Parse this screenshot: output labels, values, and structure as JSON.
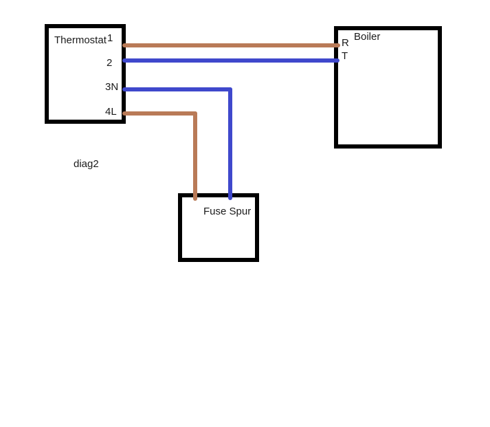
{
  "caption": "diag2",
  "colors": {
    "background": "#ffffff",
    "box_border": "#000000",
    "text": "#1a1a1a",
    "wire_brown": "#b97a57",
    "wire_blue": "#3f48cc"
  },
  "thermostat": {
    "title": "Thermostat",
    "terminals": [
      "1",
      "2",
      "3N",
      "4L"
    ]
  },
  "boiler": {
    "title": "Boiler",
    "terminals": [
      "R",
      "T"
    ]
  },
  "fuse_spur": {
    "title": "Fuse Spur"
  },
  "wires": [
    {
      "name": "thermostat-1-to-boiler-R",
      "color": "#b97a57"
    },
    {
      "name": "thermostat-2-to-boiler-T",
      "color": "#3f48cc"
    },
    {
      "name": "thermostat-3N-to-fuse-spur",
      "color": "#3f48cc"
    },
    {
      "name": "thermostat-4L-to-fuse-spur",
      "color": "#b97a57"
    }
  ]
}
